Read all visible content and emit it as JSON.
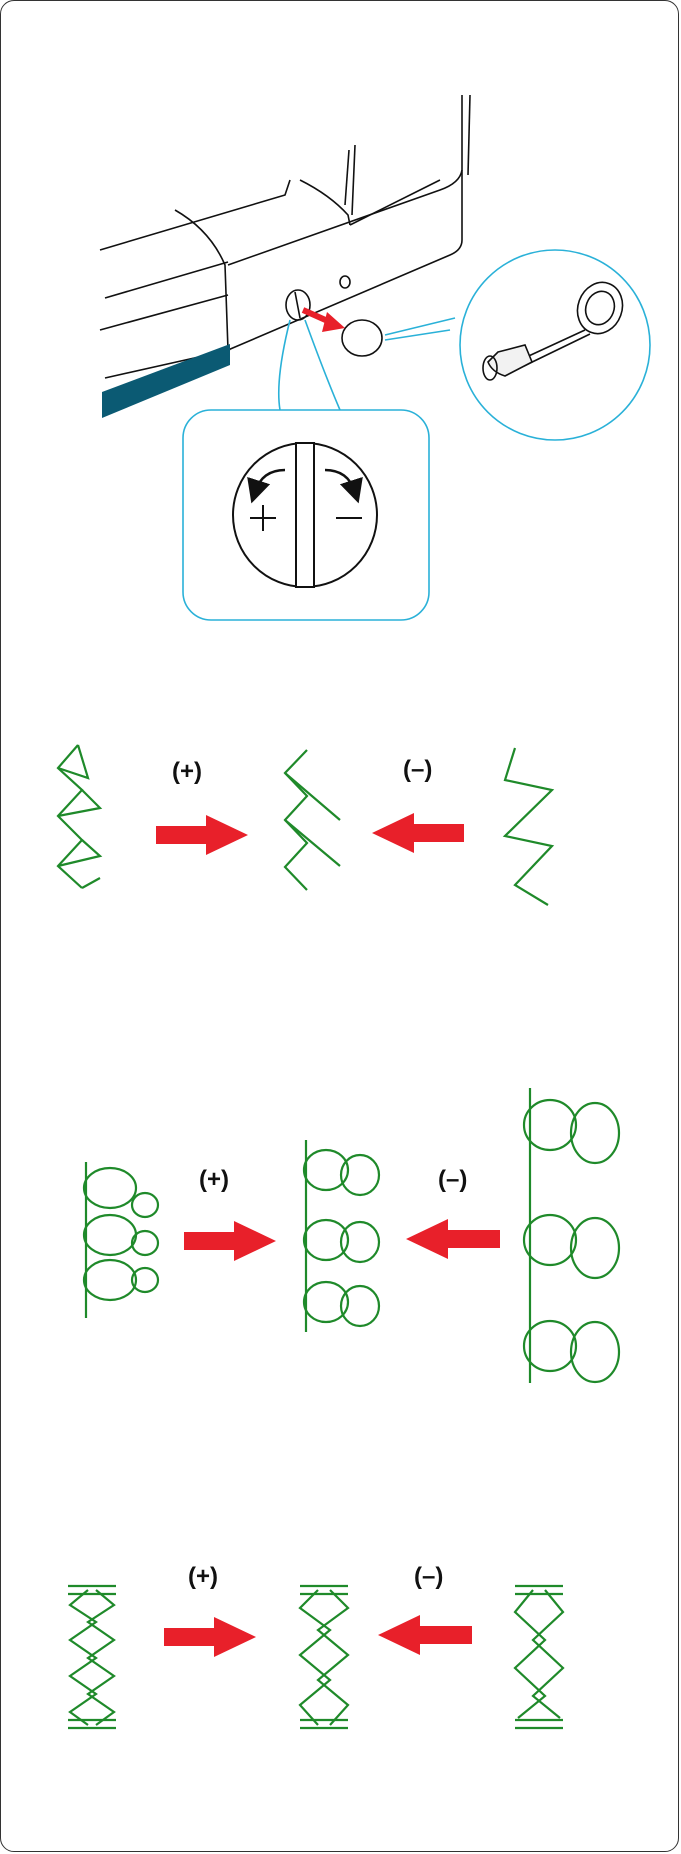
{
  "colors": {
    "stitch": "#1f8a2a",
    "arrow": "#e8202a",
    "callout": "#2ab1d8",
    "machine_stripe": "#0b5a73",
    "outline": "#111111"
  },
  "icons": [
    "sewing-machine-side-illustration",
    "adjustment-dial-zoom",
    "screwdriver-icon"
  ],
  "rows": [
    {
      "plus_label": "(+)",
      "minus_label": "(–)",
      "stitch": "chevron-stitch"
    },
    {
      "plus_label": "(+)",
      "minus_label": "(–)",
      "stitch": "circle-stitch"
    },
    {
      "plus_label": "(+)",
      "minus_label": "(–)",
      "stitch": "zigzag-satin-stitch"
    }
  ]
}
